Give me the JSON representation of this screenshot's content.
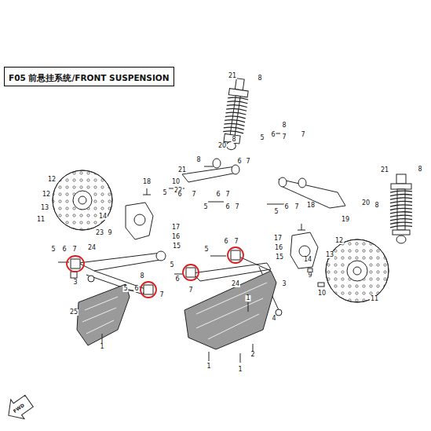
{
  "diagram": {
    "nodes": [
      {
        "text": [
          "F05 前悬挂系统/FRONT SUSPENSION"
        ]
      }
    ],
    "labels": [
      "21",
      "8",
      "21",
      "8",
      "20",
      "8",
      "5",
      "6",
      "8",
      "7",
      "7",
      "21",
      "8",
      "10",
      "22",
      "6",
      "7",
      "18",
      "5",
      "6",
      "7",
      "6",
      "7",
      "5",
      "6",
      "7",
      "5",
      "6",
      "7",
      "18",
      "20",
      "8",
      "19",
      "12",
      "12",
      "13",
      "11",
      "14",
      "23",
      "9",
      "17",
      "16",
      "15",
      "5",
      "6",
      "7",
      "24",
      "3",
      "8",
      "6",
      "5",
      "7",
      "5",
      "6",
      "7",
      "5",
      "6",
      "7",
      "24",
      "17",
      "16",
      "15",
      "14",
      "12",
      "13",
      "9",
      "3",
      "10",
      "11",
      "25",
      "4",
      "2",
      "1",
      "1",
      "1",
      "1",
      "FWD"
    ]
  }
}
